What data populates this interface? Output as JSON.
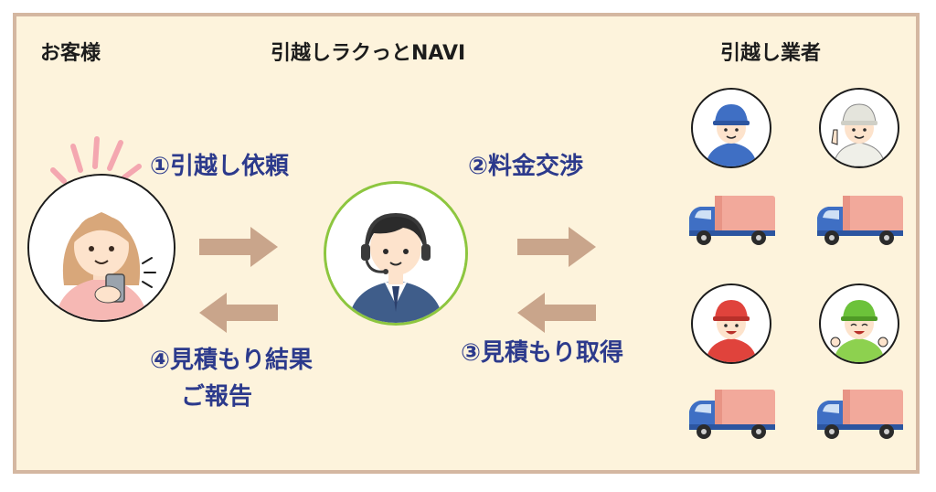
{
  "headings": {
    "customer": "お客様",
    "service": "引越しラクっとNAVI",
    "movers": "引越し業者"
  },
  "steps": {
    "request": "①引越し依頼",
    "negotiate": "②料金交渉",
    "quote": "③見積もり取得",
    "report_line1": "④見積もり結果",
    "report_line2": "ご報告"
  },
  "colors": {
    "background": "#fdf3dc",
    "border": "#d4b7a1",
    "step_text": "#2c3a8c",
    "arrow": "#c9a58b",
    "operator_ring": "#8dc63f"
  },
  "icons": {
    "customer": "woman-with-phone-icon",
    "operator": "operator-headset-icon",
    "movers": [
      "blue-cap-mover-icon",
      "white-cap-mover-icon",
      "red-cap-mover-icon",
      "green-cap-mover-icon"
    ],
    "truck": "moving-truck-icon"
  }
}
